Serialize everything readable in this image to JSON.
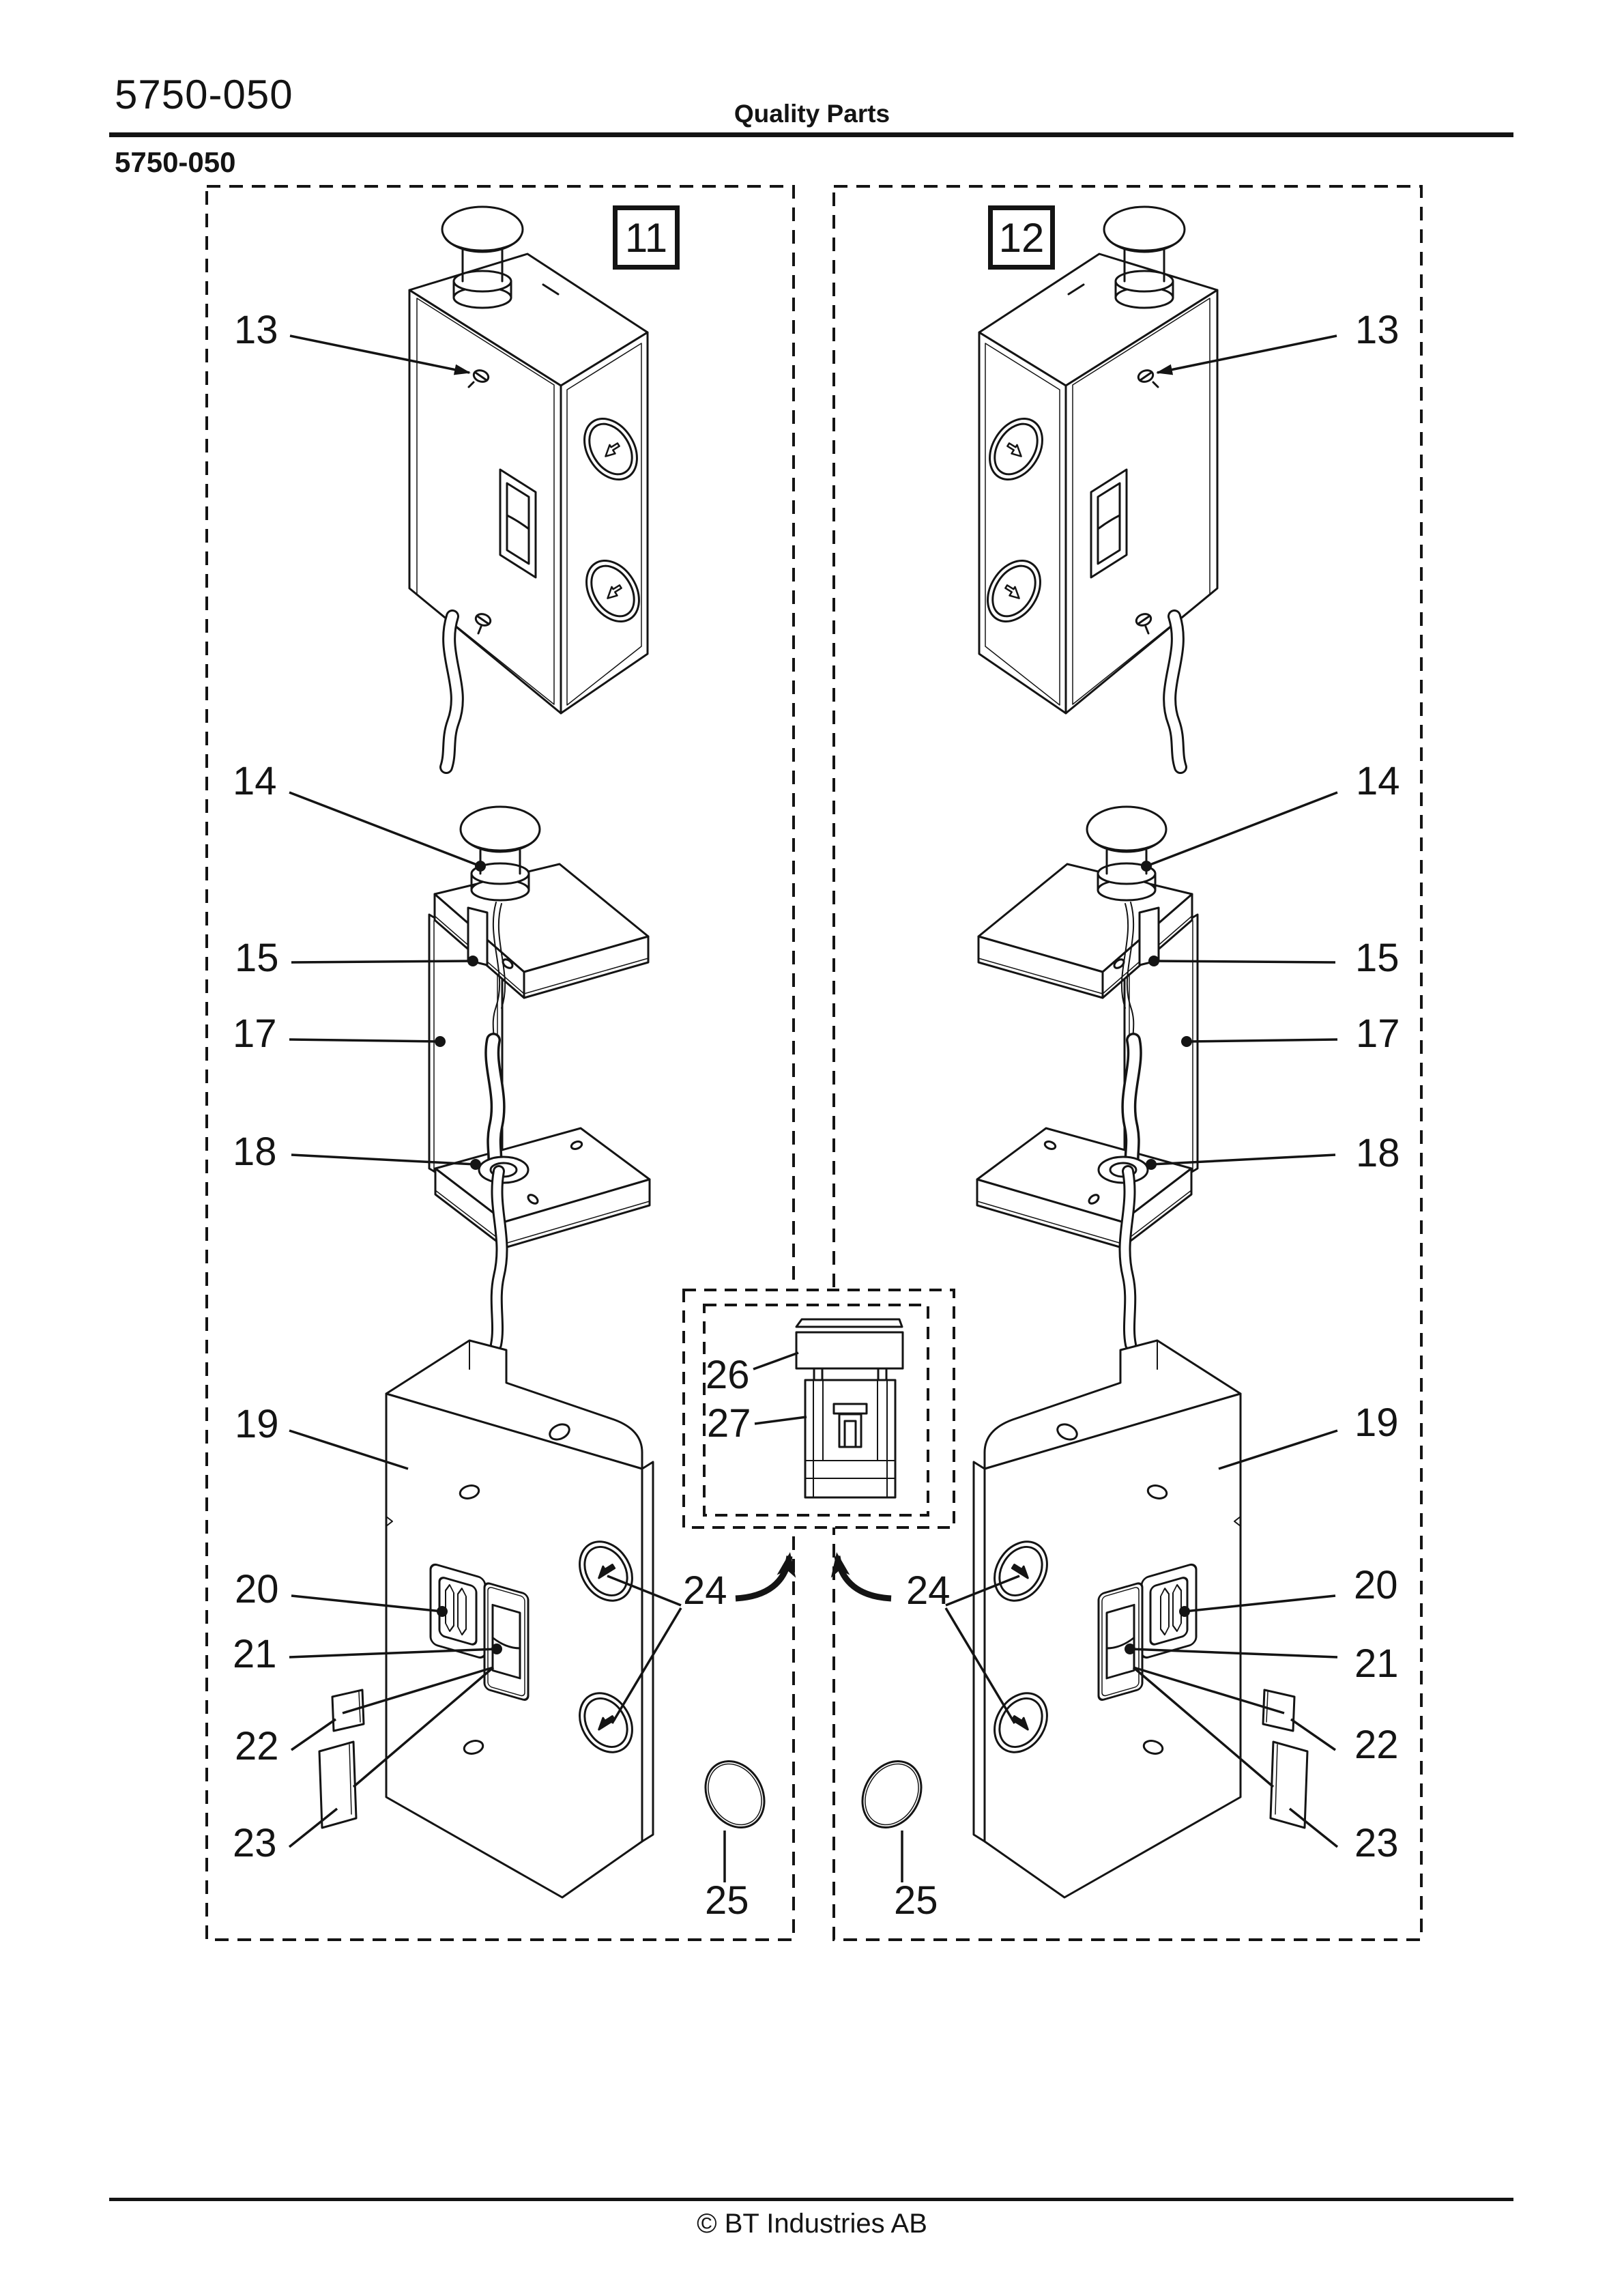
{
  "page": {
    "doc_number_header": "5750-050",
    "header_title": "Quality Parts",
    "section_number": "5750-050",
    "footer_text": "© BT Industries AB"
  },
  "panels": {
    "left_label": "11",
    "right_label": "12"
  },
  "callouts": {
    "13": "13",
    "14": "14",
    "15": "15",
    "17": "17",
    "18": "18",
    "19": "19",
    "20": "20",
    "21": "21",
    "22": "22",
    "23": "23",
    "24": "24",
    "25": "25",
    "26": "26",
    "27": "27"
  },
  "colors": {
    "ink": "#141414",
    "paper": "#ffffff"
  }
}
